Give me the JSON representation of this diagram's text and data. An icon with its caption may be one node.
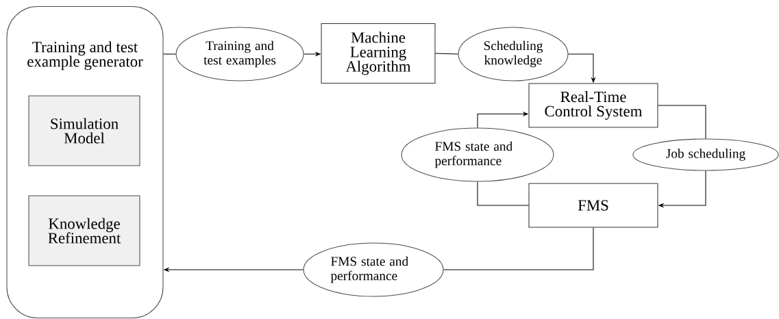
{
  "diagram": {
    "nodes": [
      {
        "text": [
          "Training and test example generator"
        ]
      },
      {
        "text": [
          "Simulation Model"
        ],
        "in": 0
      },
      {
        "text": [
          "Knowledge Refinement"
        ],
        "in": 0
      },
      {
        "text": [
          "Training and test examples"
        ]
      },
      {
        "text": [
          "Machine Learning Algorithm"
        ]
      },
      {
        "text": [
          "Scheduling knowledge"
        ]
      },
      {
        "text": [
          "Real-Time Control System"
        ]
      },
      {
        "text": [
          "FMS state and performance"
        ]
      },
      {
        "text": [
          "Job scheduling"
        ]
      },
      {
        "text": [
          "FMS"
        ]
      },
      {
        "text": [
          "FMS state and performance"
        ]
      }
    ],
    "edges": [
      {
        "from": 0,
        "to": 3,
        "arrow": "none"
      },
      {
        "from": 3,
        "to": 4,
        "arrow": "to"
      },
      {
        "from": 4,
        "to": 5,
        "arrow": "none"
      },
      {
        "from": 5,
        "to": 6,
        "arrow": "to"
      },
      {
        "from": 6,
        "to": 8,
        "arrow": "none"
      },
      {
        "from": 8,
        "to": 9,
        "arrow": "to"
      },
      {
        "from": 9,
        "to": 7,
        "arrow": "none"
      },
      {
        "from": 7,
        "to": 6,
        "arrow": "to"
      },
      {
        "from": 9,
        "to": 10,
        "arrow": "none"
      },
      {
        "from": 10,
        "to": 0,
        "arrow": "to"
      }
    ]
  }
}
